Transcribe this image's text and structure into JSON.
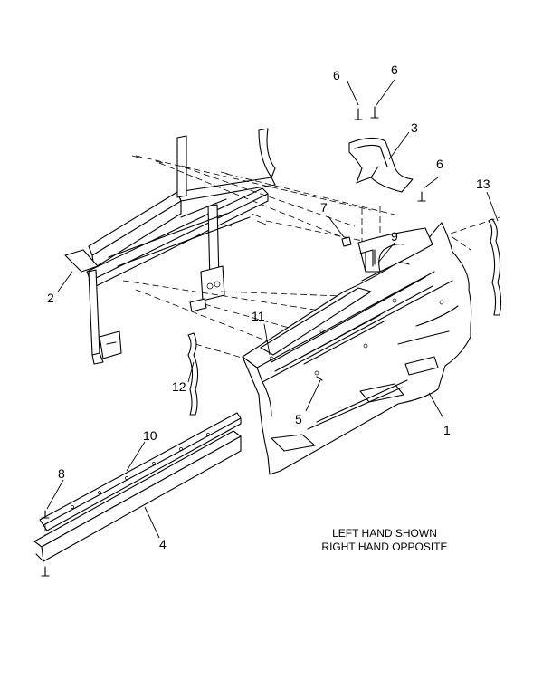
{
  "callouts": {
    "c1": "1",
    "c2": "2",
    "c3": "3",
    "c4": "4",
    "c5": "5",
    "c6a": "6",
    "c6b": "6",
    "c6c": "6",
    "c7": "7",
    "c8": "8",
    "c9": "9",
    "c10": "10",
    "c11": "11",
    "c12": "12",
    "c13": "13"
  },
  "note": {
    "line1": "LEFT HAND SHOWN",
    "line2": "RIGHT HAND OPPOSITE"
  }
}
